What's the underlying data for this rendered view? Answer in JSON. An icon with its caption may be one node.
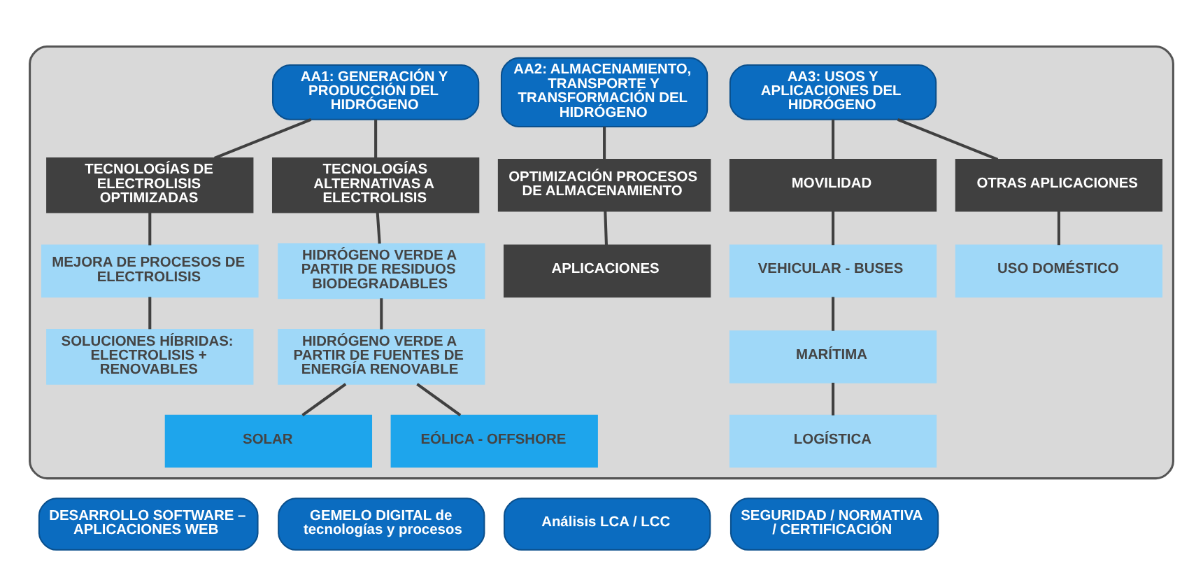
{
  "diagram": {
    "nodes": [
      {
        "text": [],
        "shape": "box"
      },
      {
        "text": [
          "AA1: GENERACIÓN Y PRODUCCIÓN DEL HIDRÓGENO"
        ],
        "in": 0
      },
      {
        "text": [
          "AA2: ALMACENAMIENTO, TRANSPORTE Y TRANSFORMACIÓN DEL HIDRÓGENO"
        ],
        "in": 0
      },
      {
        "text": [
          "AA3: USOS Y APLICACIONES DEL HIDRÓGENO"
        ],
        "in": 0
      },
      {
        "text": [
          "TECNOLOGÍAS DE ELECTROLISIS OPTIMIZADAS"
        ],
        "in": 0
      },
      {
        "text": [
          "TECNOLOGÍAS ALTERNATIVAS A ELECTROLISIS"
        ],
        "in": 0
      },
      {
        "text": [
          "OPTIMIZACIÓN PROCESOS DE ALMACENAMIENTO"
        ],
        "in": 0
      },
      {
        "text": [
          "MOVILIDAD"
        ],
        "in": 0
      },
      {
        "text": [
          "OTRAS APLICACIONES"
        ],
        "in": 0
      },
      {
        "text": [
          "MEJORA DE PROCESOS DE ELECTROLISIS"
        ],
        "in": 0
      },
      {
        "text": [
          "HIDRÓGENO VERDE A PARTIR DE RESIDUOS BIODEGRADABLES"
        ],
        "in": 0
      },
      {
        "text": [
          "APLICACIONES"
        ],
        "in": 0
      },
      {
        "text": [
          "VEHICULAR - BUSES"
        ],
        "in": 0
      },
      {
        "text": [
          "USO DOMÉSTICO"
        ],
        "in": 0
      },
      {
        "text": [
          "MARÍTIMA"
        ],
        "in": 0
      },
      {
        "text": [
          "SOLUCIONES HÍBRIDAS: ELECTROLISIS + RENOVABLES"
        ],
        "in": 0
      },
      {
        "text": [
          "HIDRÓGENO VERDE A PARTIR DE FUENTES DE ENERGÍA RENOVABLE"
        ],
        "in": 0
      },
      {
        "text": [
          "SOLAR"
        ],
        "in": 0
      },
      {
        "text": [
          "LOGÍSTICA"
        ],
        "in": 0
      },
      {
        "text": [
          "EÓLICA - OFFSHORE"
        ],
        "in": 0
      },
      {
        "text": [
          "DESARROLLO SOFTWARE – APLICACIONES WEB"
        ]
      },
      {
        "text": [
          "GEMELO DIGITAL de tecnologías y procesos"
        ]
      },
      {
        "text": [
          "Análisis LCA / LCC"
        ]
      },
      {
        "text": [
          "SEGURIDAD / NORMATIVA / CERTIFICACIÓN"
        ]
      }
    ],
    "edges": [
      {
        "from": 1,
        "to": 4,
        "arrow": "none"
      },
      {
        "from": 1,
        "to": 5,
        "arrow": "none"
      },
      {
        "from": 4,
        "to": 9,
        "arrow": "none"
      },
      {
        "from": 9,
        "to": 15,
        "arrow": "none"
      },
      {
        "from": 5,
        "to": 10,
        "arrow": "none"
      },
      {
        "from": 10,
        "to": 16,
        "arrow": "none"
      },
      {
        "from": 16,
        "to": 17,
        "arrow": "none"
      },
      {
        "from": 16,
        "to": 19,
        "arrow": "none"
      },
      {
        "from": 2,
        "to": 6,
        "arrow": "none"
      },
      {
        "from": 6,
        "to": 11,
        "arrow": "none"
      },
      {
        "from": 3,
        "to": 7,
        "arrow": "none"
      },
      {
        "from": 3,
        "to": 8,
        "arrow": "none"
      },
      {
        "from": 7,
        "to": 12,
        "arrow": "none"
      },
      {
        "from": 12,
        "to": 14,
        "arrow": "none"
      },
      {
        "from": 14,
        "to": 18,
        "arrow": "none"
      },
      {
        "from": 8,
        "to": 13,
        "arrow": "none"
      }
    ]
  }
}
